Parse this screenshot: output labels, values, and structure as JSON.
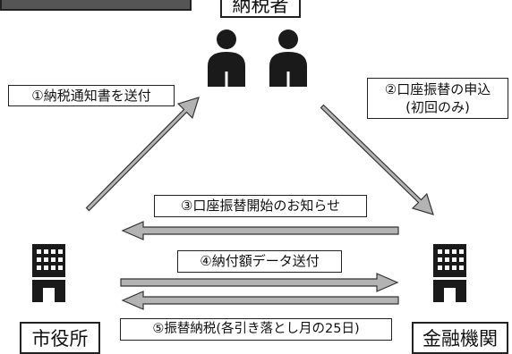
{
  "entities": {
    "taxpayer": "納税者",
    "city_hall": "市役所",
    "bank": "金融機関"
  },
  "flows": {
    "step1": "①納税通知書を送付",
    "step2_line1": "②口座振替の申込",
    "step2_line2": "(初回のみ)",
    "step3": "③口座振替開始のお知らせ",
    "step4": "④納付額データ送付",
    "step5": "⑤振替納税(各引き落とし月の25日)"
  },
  "colors": {
    "arrow_fill": "#b3b3b3",
    "arrow_stroke": "#333333",
    "icon": "#1a1a1a",
    "border": "#222222"
  },
  "icons": [
    "person-icon",
    "person-icon",
    "office-building-icon",
    "office-building-icon"
  ]
}
